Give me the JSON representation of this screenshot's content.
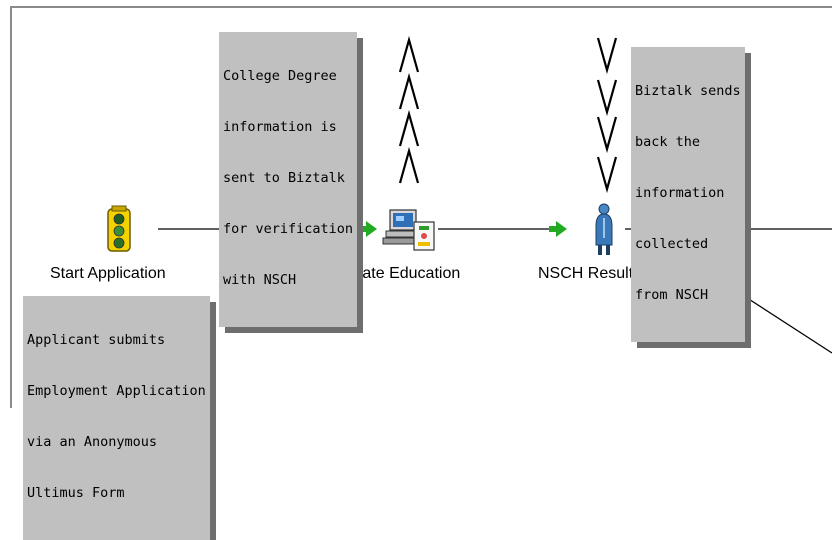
{
  "nodes": {
    "start": {
      "label": "Start Application",
      "icon": "traffic-light-icon"
    },
    "validate": {
      "label": "Validate Education",
      "icon": "computer-workstation-icon"
    },
    "nsch": {
      "label": "NSCH Results",
      "icon": "person-icon"
    }
  },
  "notes": {
    "college": [
      "College Degree",
      "information is",
      "sent to Biztalk",
      "for verification",
      "with NSCH"
    ],
    "biztalk": [
      "Biztalk sends",
      "back the",
      "information",
      "collected",
      "from NSCH"
    ],
    "applicant": [
      "Applicant submits",
      "Employment Application",
      "via an Anonymous",
      "Ultimus Form"
    ]
  },
  "colors": {
    "note_fill": "#c0c0c0",
    "note_shadow": "#6e6e6e",
    "arrow_green": "#22aa22",
    "frame": "#8a8a8a"
  }
}
